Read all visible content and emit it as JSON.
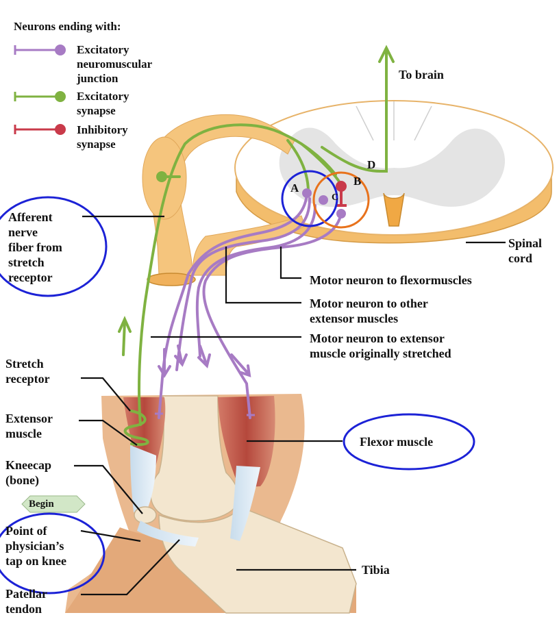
{
  "legend": {
    "title": "Neurons ending with:",
    "items": [
      {
        "label": "Excitatory\nneuromuscular\njunction",
        "color": "#a77bc4"
      },
      {
        "label": "Excitatory\nsynapse",
        "color": "#7fb241"
      },
      {
        "label": "Inhibitory\nsynapse",
        "color": "#c93a4a"
      }
    ]
  },
  "labels": {
    "to_brain": "To brain",
    "afferent": "Afferent\nnerve\nfiber from\nstretch\nreceptor",
    "spinal_cord": "Spinal\ncord",
    "motor_flexor": "Motor neuron to flexormuscles",
    "motor_other": "Motor neuron to other\nextensor muscles",
    "motor_extensor": "Motor neuron to extensor\nmuscle originally stretched",
    "stretch_receptor": "Stretch\nreceptor",
    "extensor_muscle": "Extensor\nmuscle",
    "flexor_muscle": "Flexor muscle",
    "kneecap": "Kneecap\n(bone)",
    "begin": "Begin",
    "tap_point": "Point of\nphysician’s\ntap on knee",
    "tibia": "Tibia",
    "patellar_tendon": "Patellar\ntendon",
    "point_a": "A",
    "point_b": "B",
    "point_c": "C",
    "point_d": "D"
  },
  "colors": {
    "excitatory_nmj": "#a77bc4",
    "excitatory_synapse": "#7fb241",
    "inhibitory": "#c93a4a",
    "highlight_blue": "#1c22d6",
    "highlight_orange": "#e8721c",
    "nerve_tan": "#f5c57d",
    "muscle_red": "#c0584a",
    "bone": "#f1e4cc",
    "skin": "#eab98f"
  }
}
